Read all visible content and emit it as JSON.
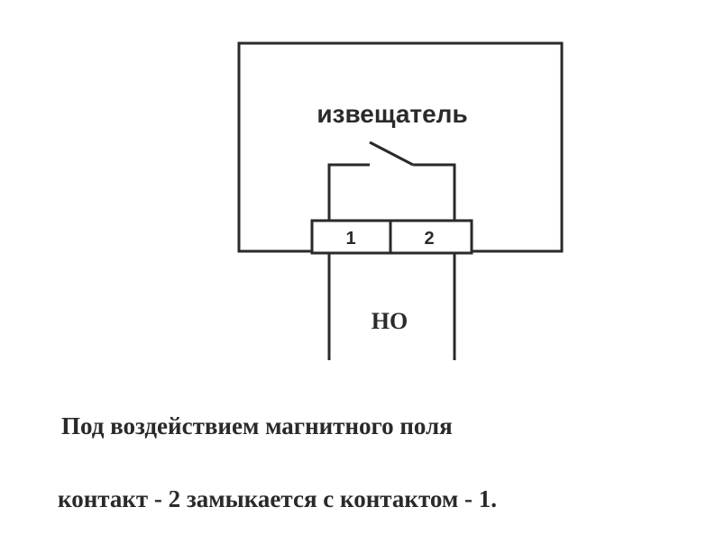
{
  "diagram": {
    "device_label": "извещатель",
    "terminals": [
      "1",
      "2"
    ],
    "contact_type_label": "НО"
  },
  "caption": {
    "line1": "Под воздействием магнитного поля",
    "line2": "контакт - 2 замыкается с контактом - 1."
  }
}
